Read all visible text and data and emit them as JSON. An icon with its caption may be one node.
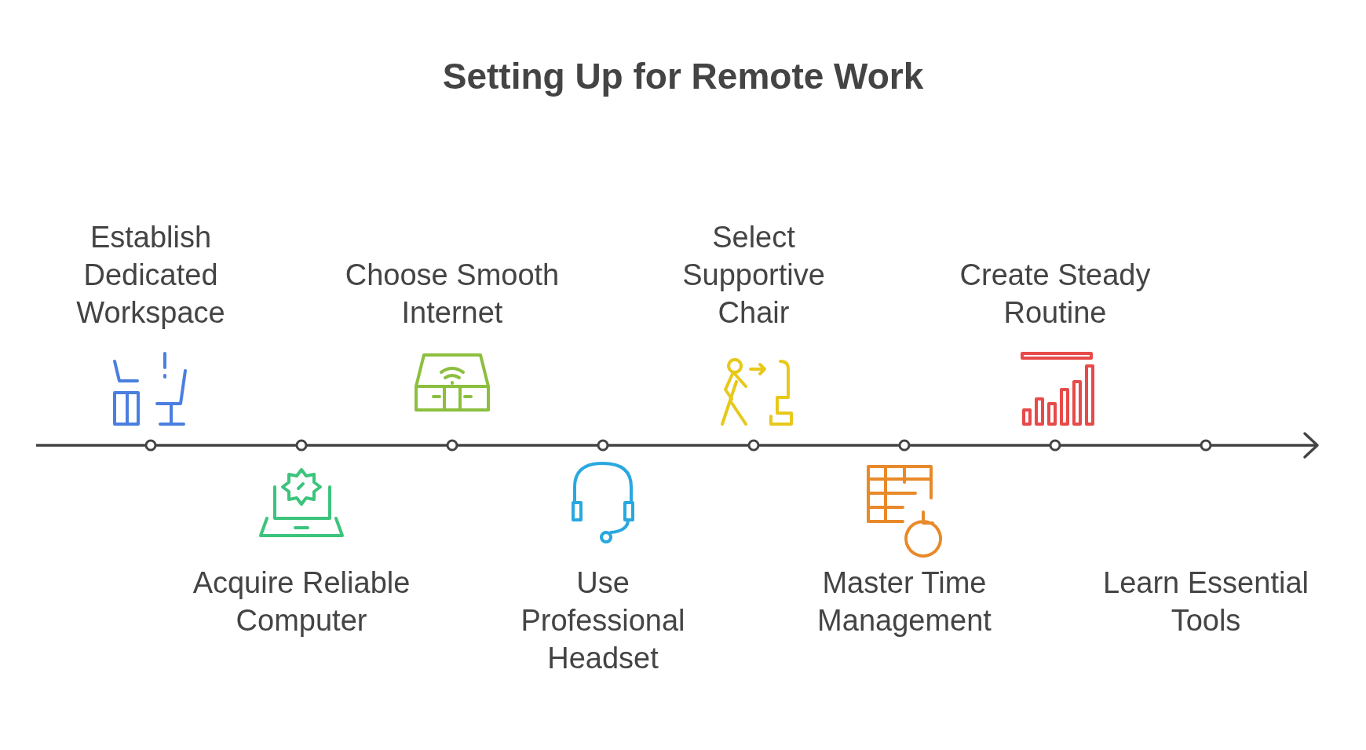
{
  "diagram": {
    "title": "Setting Up for Remote Work",
    "nodes": [
      {
        "text": [
          "Establish Dedicated Workspace"
        ]
      },
      {
        "text": [
          "Acquire Reliable Computer"
        ]
      },
      {
        "text": [
          "Choose Smooth Internet"
        ]
      },
      {
        "text": [
          "Use Professional Headset"
        ]
      },
      {
        "text": [
          "Select Supportive Chair"
        ]
      },
      {
        "text": [
          "Master Time Management"
        ]
      },
      {
        "text": [
          "Create Steady Routine"
        ]
      },
      {
        "text": [
          "Learn Essential Tools"
        ]
      }
    ]
  }
}
